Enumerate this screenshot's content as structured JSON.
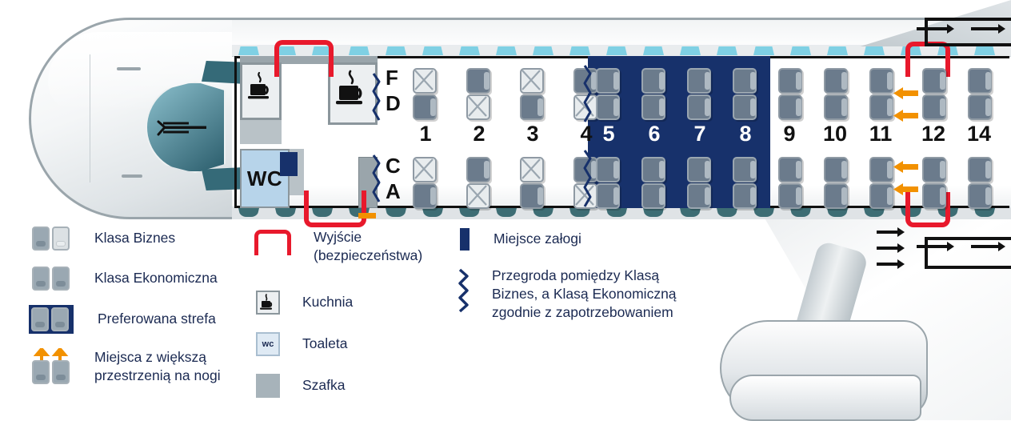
{
  "aircraft": {
    "cabin": {
      "lavatory_label": "WC",
      "row_letters_upper": [
        "F",
        "D"
      ],
      "row_letters_lower": [
        "C",
        "A"
      ],
      "business_rows": [
        "1",
        "2",
        "3",
        "4"
      ],
      "preferred_rows": [
        "5",
        "6",
        "7",
        "8"
      ],
      "economy_rows": [
        "9",
        "10",
        "11",
        "12",
        "14"
      ],
      "legroom_rows": [
        "12"
      ]
    }
  },
  "legend": {
    "business": {
      "label": "Klasa Biznes",
      "icon": "seat-pair-business-icon"
    },
    "economy": {
      "label": "Klasa Ekonomiczna",
      "icon": "seat-pair-economy-icon"
    },
    "preferred": {
      "label": "Preferowana strefa",
      "icon": "seat-pair-preferred-icon"
    },
    "legroom": {
      "label": "Miejsca z większą\nprzestrzenią na nogi",
      "icon": "seat-pair-legroom-icon"
    },
    "exit": {
      "label": "Wyjście\n(bezpieczeństwa)",
      "icon": "exit-door-icon"
    },
    "galley": {
      "label": "Kuchnia",
      "icon": "coffee-cup-icon"
    },
    "lavatory": {
      "label": "Toaleta",
      "icon": "wc-icon",
      "icon_text": "wc"
    },
    "closet": {
      "label": "Szafka",
      "icon": "closet-icon"
    },
    "crew_seat": {
      "label": "Miejsce załogi",
      "icon": "crew-seat-icon"
    },
    "partition": {
      "label": "Przegroda pomiędzy Klasą\nBiznes, a Klasą Ekonomiczną\nzgodnie z zapotrzebowaniem",
      "icon": "partition-zigzag-icon"
    }
  },
  "colors": {
    "preferred_zone": "#17316b",
    "exit_red": "#e8192c",
    "legroom_orange": "#f29100",
    "seat_gray": "#6b7b8c",
    "text_navy": "#1b2a52",
    "window_top": "#7fd0e4",
    "window_bottom": "#3d6d74"
  }
}
